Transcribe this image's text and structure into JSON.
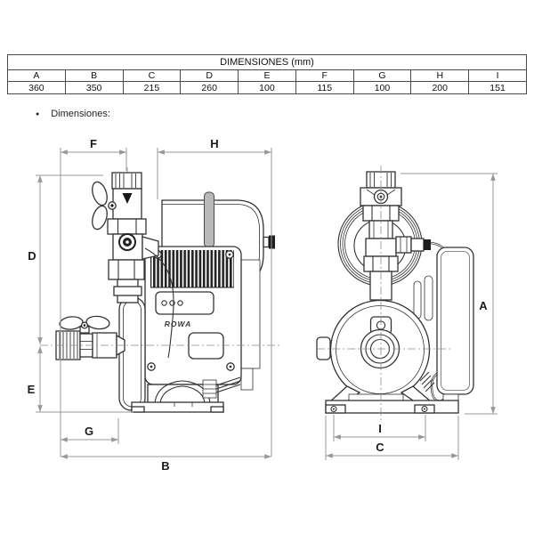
{
  "table": {
    "title": "DIMENSIONES (mm)",
    "columns": [
      "A",
      "B",
      "C",
      "D",
      "E",
      "F",
      "G",
      "H",
      "I"
    ],
    "values": [
      "360",
      "350",
      "215",
      "260",
      "100",
      "115",
      "100",
      "200",
      "151"
    ]
  },
  "section": {
    "bullet": "●",
    "label": "Dimensiones:"
  },
  "drawing": {
    "dim_labels": {
      "f": "F",
      "h": "H",
      "d": "D",
      "e": "E",
      "g": "G",
      "b": "B",
      "a": "A",
      "i": "I",
      "c": "C"
    },
    "logo_text": "ROWA"
  },
  "colors": {
    "outline": "#333333",
    "dimension_line": "#999999",
    "dim_label": "#1a1a1a",
    "fins": "#222222",
    "table_border": "#4a4a4a"
  }
}
